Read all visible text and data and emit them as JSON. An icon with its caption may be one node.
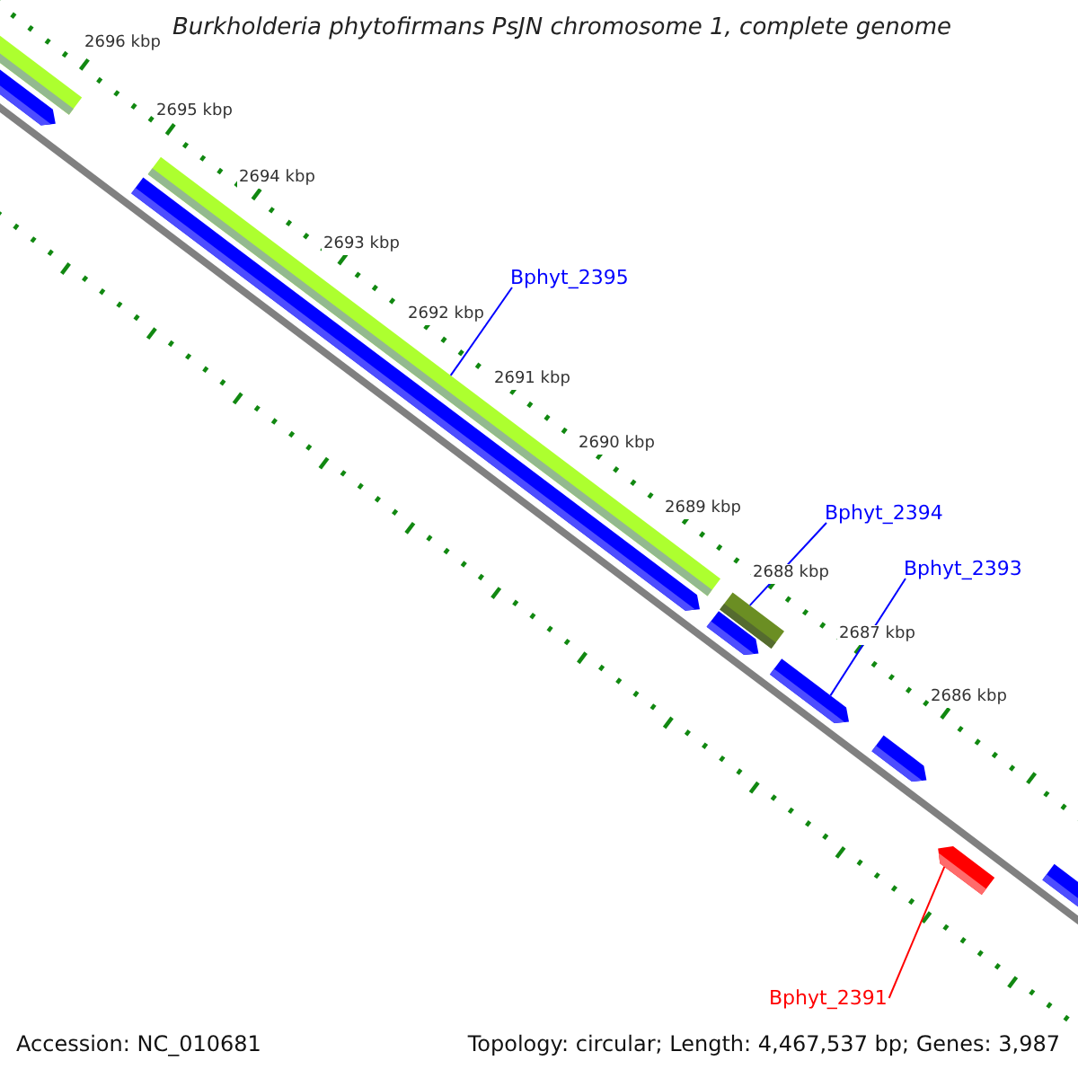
{
  "diagram": {
    "title": "Burkholderia phytofirmans PsJN chromosome 1, complete genome",
    "nodes": [
      {
        "text": [
          "Bphyt_2395"
        ]
      },
      {
        "text": [],
        "shape": "bar"
      },
      {
        "text": [
          "Bphyt_2394"
        ]
      },
      {
        "text": [],
        "shape": "bar"
      },
      {
        "text": [
          "Bphyt_2393"
        ]
      },
      {
        "text": [],
        "shape": "bar"
      },
      {
        "text": [
          "Bphyt_2391"
        ]
      },
      {
        "text": [],
        "shape": "bar"
      },
      {
        "text": [],
        "shape": "bar"
      },
      {
        "text": [],
        "shape": "bar"
      },
      {
        "text": [],
        "shape": "bar"
      },
      {
        "text": [],
        "shape": "bar"
      },
      {
        "text": [],
        "shape": "bar"
      },
      {
        "text": [],
        "shape": "bar"
      }
    ],
    "edges": [
      {
        "from": 0,
        "to": 1,
        "arrow": "none"
      },
      {
        "from": 2,
        "to": 3,
        "arrow": "none"
      },
      {
        "from": 4,
        "to": 5,
        "arrow": "none"
      },
      {
        "from": 6,
        "to": 7,
        "arrow": "none",
        "color": "#ff0000"
      }
    ],
    "labels": [
      "2696 kbp",
      "2695 kbp",
      "2694 kbp",
      "2693 kbp",
      "2692 kbp",
      "2691 kbp",
      "2690 kbp",
      "2689 kbp",
      "2688 kbp",
      "2687 kbp",
      "2686 kbp",
      "Accession: NC_010681",
      "Topology: circular; Length: 4,467,537 bp; Genes: 3,987"
    ]
  }
}
